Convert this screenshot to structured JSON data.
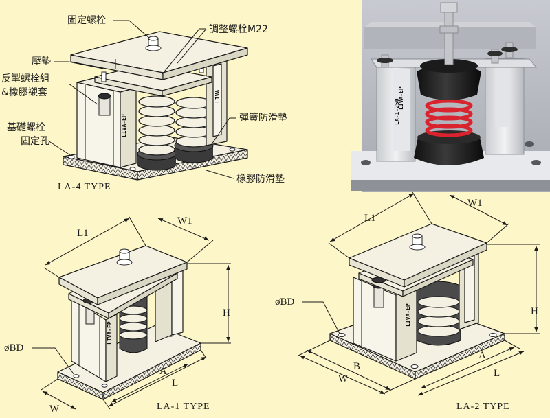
{
  "la4": {
    "labels": [
      "固定螺栓",
      "調整螺栓M22",
      "壓墊",
      "反掣螺栓組",
      "&橡膠襯套",
      "基礎螺栓",
      "固定孔",
      "彈簧防滑墊",
      "橡膠防滑墊"
    ],
    "type_label": "LA-4 TYPE",
    "brand": "LIVA-EP"
  },
  "photo": {
    "brand": "LIVA-EP",
    "model": "LA-1-250"
  },
  "la1": {
    "dims": [
      "L1",
      "W1",
      "H",
      "øBD",
      "A",
      "L",
      "W"
    ],
    "type_label": "LA-1   TYPE",
    "brand": "LIVA-EP"
  },
  "la2": {
    "dims": [
      "L1",
      "W1",
      "øBD",
      "H",
      "B",
      "A",
      "W",
      "L"
    ],
    "type_label": "LA-2   TYPE",
    "brand": "LIVA-EP"
  },
  "colors": {
    "background": "#fdf6c8",
    "plate": "#f4f1e2",
    "rubber": "#444444",
    "spring_red": "#d9232e",
    "photo_bg": "#b9bcc2"
  }
}
